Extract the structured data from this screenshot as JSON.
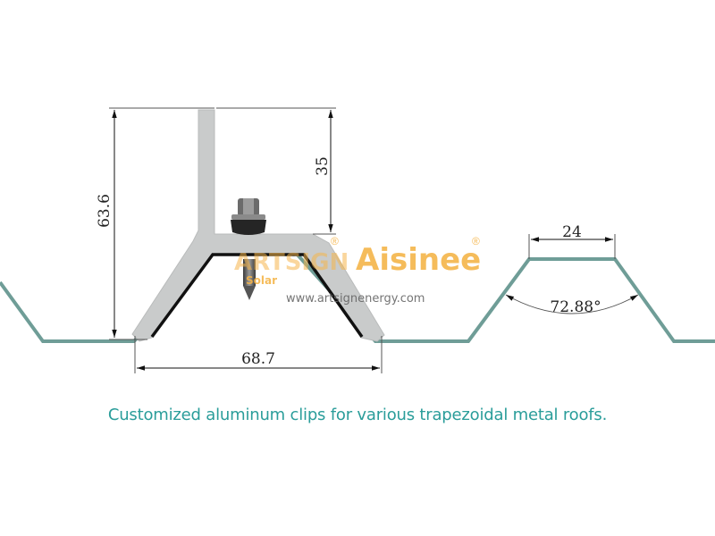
{
  "diagram": {
    "type": "technical-drawing",
    "subject": "Aluminum roof clip on trapezoidal metal roof profile",
    "dimensions": {
      "total_height": "63.6",
      "top_height": "35",
      "base_width": "68.7",
      "rib_top_width": "24",
      "rib_angle": "72.88°"
    },
    "colors": {
      "roof_profile": "#6f9d97",
      "clip_fill": "#c9cbcb",
      "gasket": "#111111",
      "dimension_line": "#333333",
      "caption": "#2a9d9a",
      "brand_orange": "#f5b54a",
      "brand_teal": "#5bc4c0"
    }
  },
  "watermark": {
    "logo1_text": "ARTSIGN",
    "logo1_sub": "Solar",
    "logo2_text": "Aisinee",
    "registered": "®",
    "url": "www.artsignenergy.com"
  },
  "caption": "Customized aluminum clips for various trapezoidal metal roofs."
}
